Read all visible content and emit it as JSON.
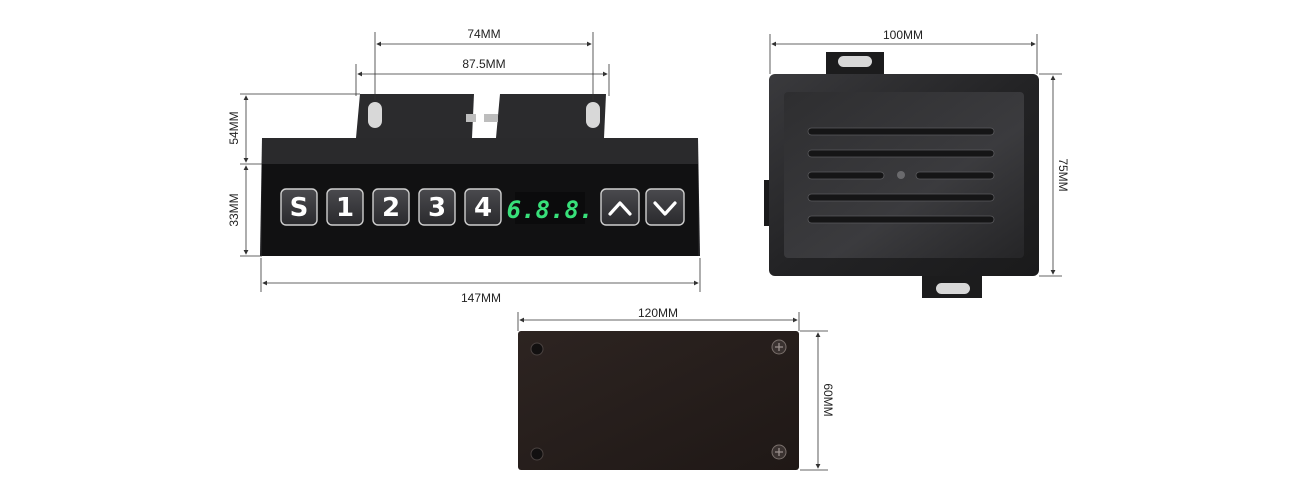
{
  "dimensions": {
    "keypad_slot_pitch": "74MM",
    "keypad_bracket_width": "87.5MM",
    "keypad_total_height": "54MM",
    "keypad_body_height": "33MM",
    "keypad_width": "147MM",
    "control_box_width": "100MM",
    "control_box_height": "75MM",
    "bottom_plate_width": "120MM",
    "bottom_plate_height": "60MM"
  },
  "keypad": {
    "keys": [
      "S",
      "1",
      "2",
      "3",
      "4"
    ],
    "display_value": "6.8.8.",
    "arrow_keys": [
      "up-arrow-icon",
      "down-arrow-icon"
    ],
    "display_color": "#38e07a"
  },
  "colors": {
    "keypad_body": "#1e1e20",
    "control_box": "#252527",
    "bottom_plate": "#2a2220"
  }
}
